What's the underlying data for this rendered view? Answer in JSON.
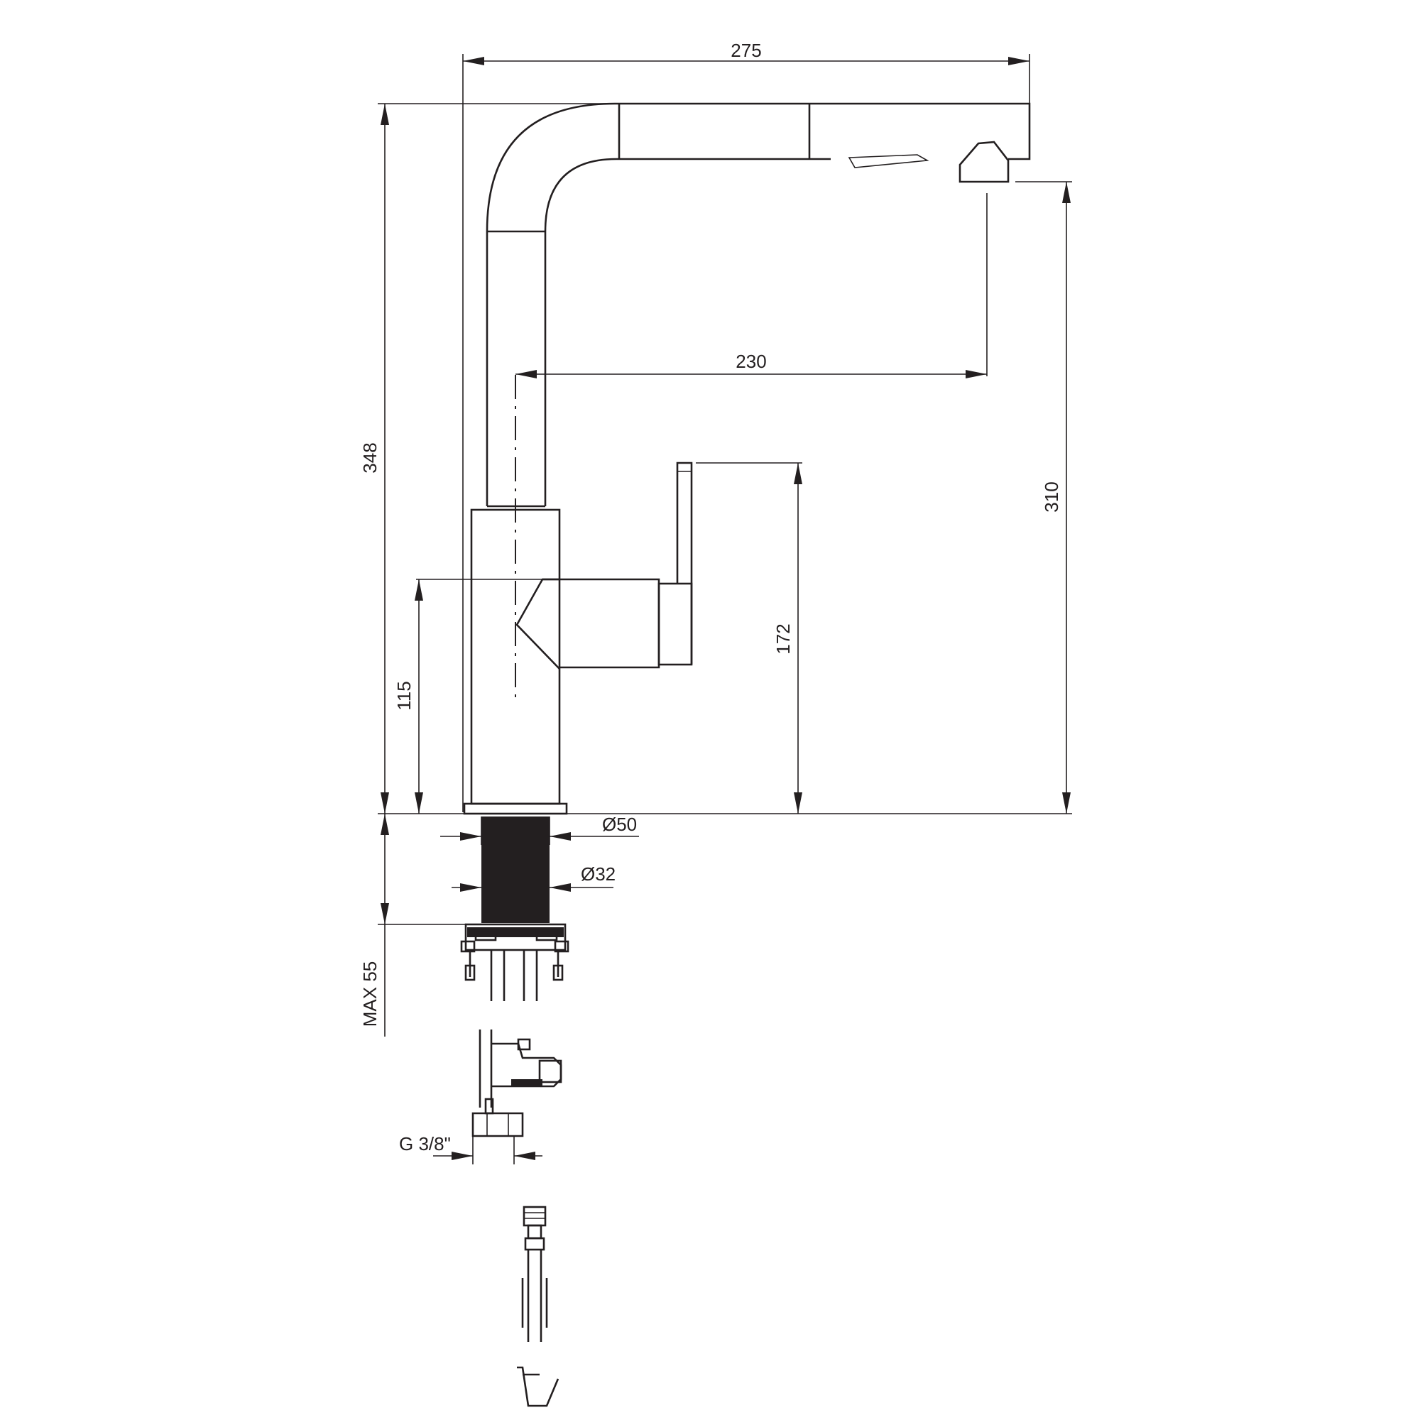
{
  "diagram": {
    "dimensions": {
      "width_top": "275",
      "spout_reach": "230",
      "total_height": "348",
      "spout_height": "310",
      "lever_height": "172",
      "body_height": "115",
      "base_diameter": "Ø50",
      "shank_diameter": "Ø32",
      "max_deck": "MAX 55",
      "connection": "G 3/8\""
    }
  }
}
